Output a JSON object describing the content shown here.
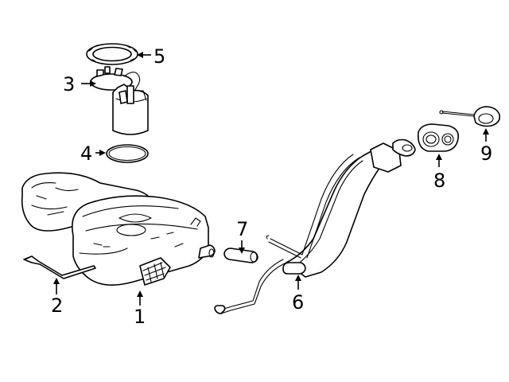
{
  "diagram": {
    "callouts": [
      {
        "id": "1",
        "label": "1"
      },
      {
        "id": "2",
        "label": "2"
      },
      {
        "id": "3",
        "label": "3"
      },
      {
        "id": "4",
        "label": "4"
      },
      {
        "id": "5",
        "label": "5"
      },
      {
        "id": "6",
        "label": "6"
      },
      {
        "id": "7",
        "label": "7"
      },
      {
        "id": "8",
        "label": "8"
      },
      {
        "id": "9",
        "label": "9"
      }
    ],
    "colors": {
      "line": "#000000",
      "background": "#ffffff"
    }
  }
}
